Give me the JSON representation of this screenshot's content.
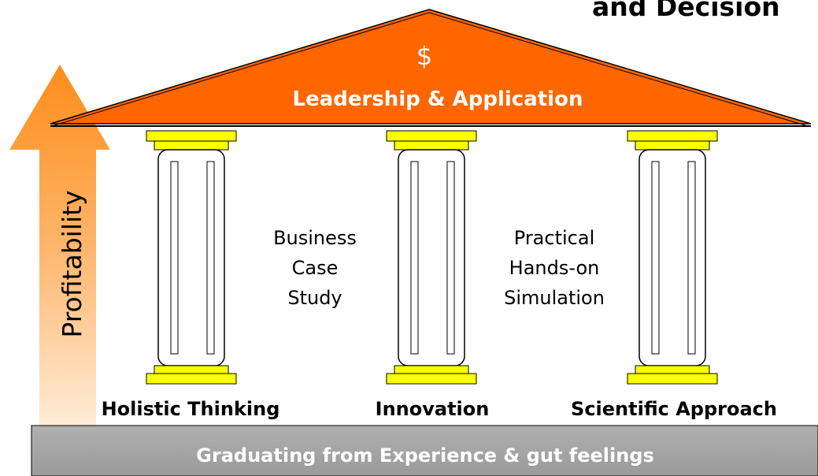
{
  "title_fragment": "and Decision",
  "roof": {
    "symbol": "$",
    "label": "Leadership & Application"
  },
  "arrow": {
    "label": "Profitability"
  },
  "pillars": [
    {
      "label": "Holistic Thinking"
    },
    {
      "label": "Innovation"
    },
    {
      "label": "Scientific Approach"
    }
  ],
  "between_pillars": [
    {
      "lines": [
        "Business",
        "Case",
        "Study"
      ]
    },
    {
      "lines": [
        "Practical",
        "Hands-on",
        "Simulation"
      ]
    }
  ],
  "foundation": {
    "label": "Graduating from Experience & gut feelings"
  },
  "colors": {
    "roof_fill": "#FF6600",
    "roof_text": "#FFFFFF",
    "capital_fill": "#FFFF00",
    "arrow_gradient_top": "#FF8C1A",
    "arrow_gradient_bottom": "#FFF3E6",
    "foundation_fill": "#A6A6A6",
    "foundation_text": "#FFFFFF",
    "text": "#000000"
  }
}
